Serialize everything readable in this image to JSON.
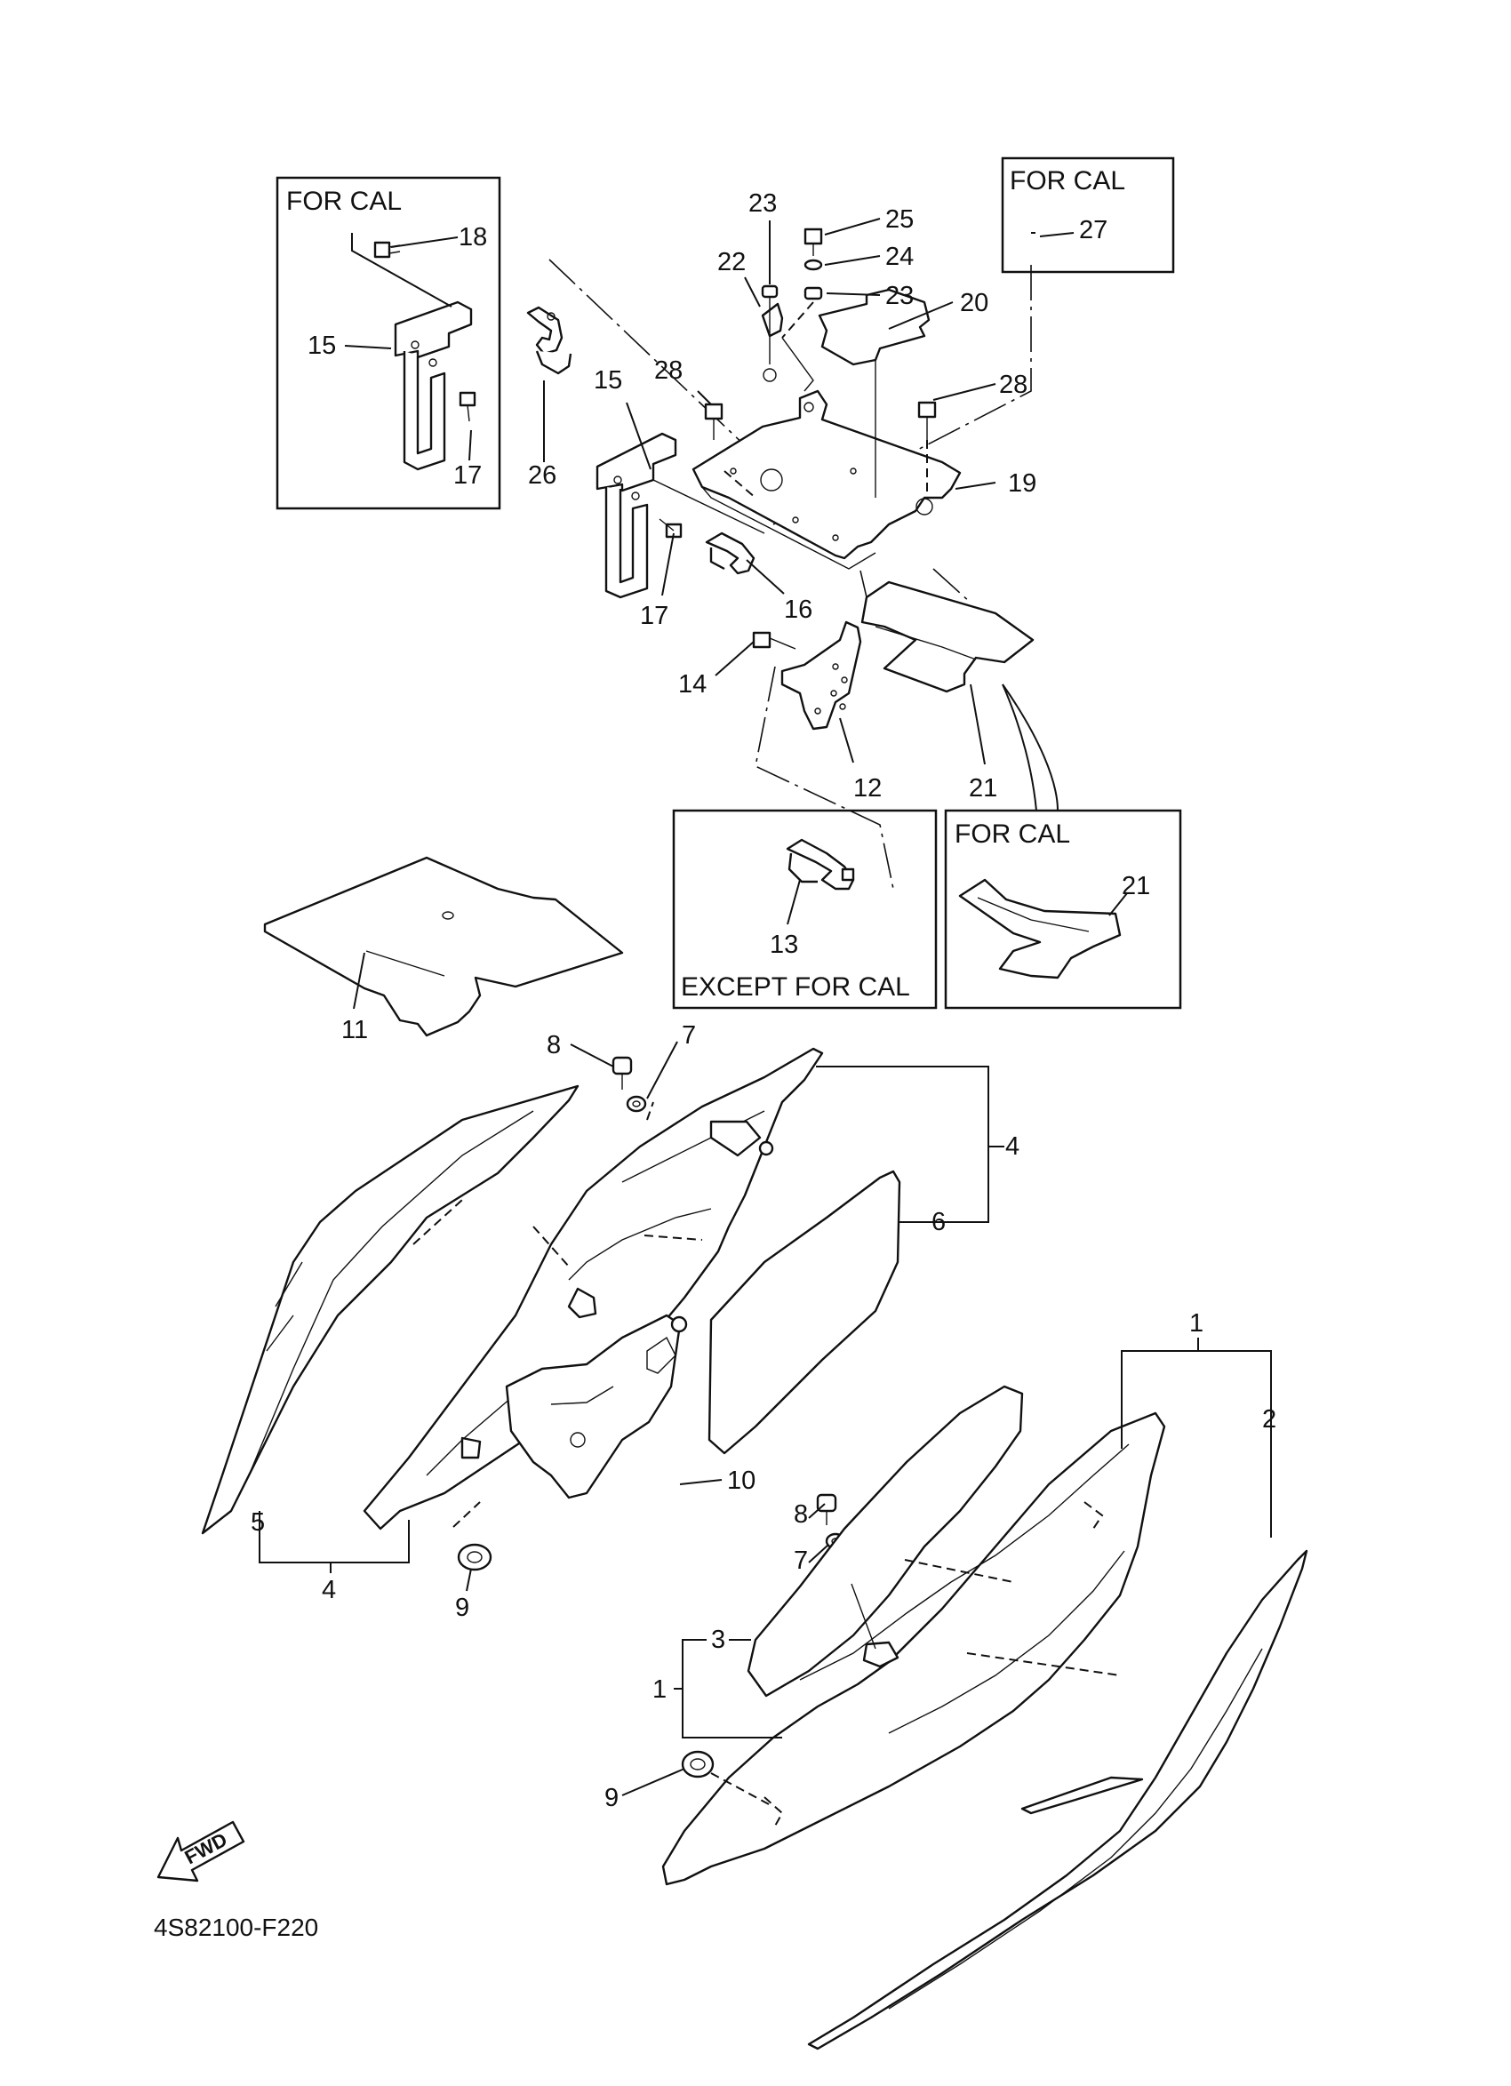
{
  "diagram_code": "4S82100-F220",
  "fwd_label": "FWD",
  "boxes": {
    "for_cal_1": "FOR CAL",
    "for_cal_2": "FOR CAL",
    "for_cal_3": "FOR CAL",
    "except_for_cal": "EXCEPT FOR CAL"
  },
  "callouts": {
    "c18": "18",
    "c15a": "15",
    "c17a": "17",
    "c26": "26",
    "c23a": "23",
    "c22": "22",
    "c25": "25",
    "c24": "24",
    "c23b": "23",
    "c20": "20",
    "c27": "27",
    "c28a": "28",
    "c15b": "15",
    "c28b": "28",
    "c19": "19",
    "c17b": "17",
    "c16": "16",
    "c14": "14",
    "c12": "12",
    "c21a": "21",
    "c21b": "21",
    "c13": "13",
    "c11": "11",
    "c8a": "8",
    "c7a": "7",
    "c4a": "4",
    "c6": "6",
    "c5": "5",
    "c4b": "4",
    "c9a": "9",
    "c10": "10",
    "c1a": "1",
    "c2": "2",
    "c8b": "8",
    "c7b": "7",
    "c3": "3",
    "c1b": "1",
    "c9b": "9"
  }
}
